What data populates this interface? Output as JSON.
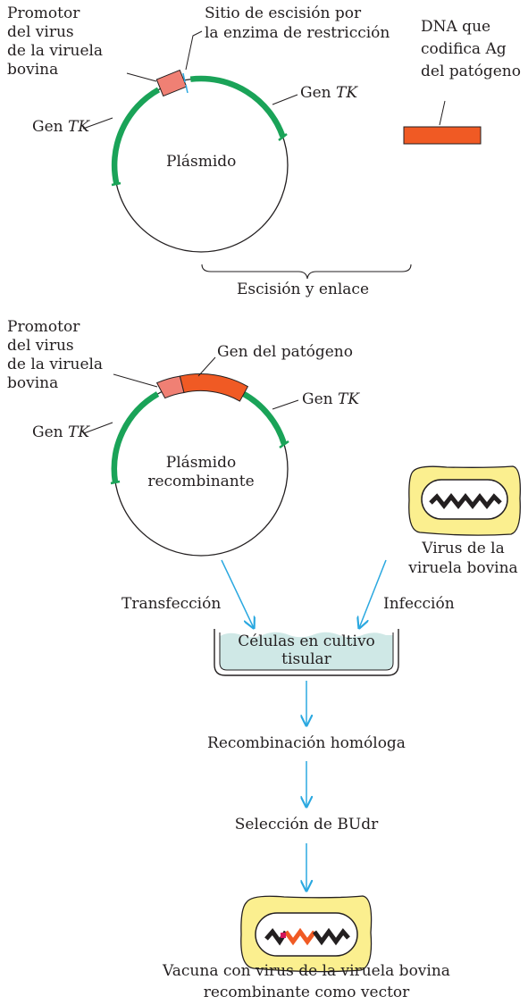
{
  "colors": {
    "tk_gene": "#1aa358",
    "promoter": "#f08074",
    "pathogen_gene": "#f05a24",
    "arrow": "#2aa8e0",
    "culture": "#cfe8e6",
    "cell": "#fbef8f",
    "outline": "#231f20"
  },
  "top_plasmid": {
    "promoter_label": [
      "Promotor",
      "del virus",
      "de la viruela",
      "bovina"
    ],
    "site_label": [
      "Sitio de escisión por",
      "la enzima de restricción"
    ],
    "tk_left_prefix": "Gen ",
    "tk_left_italic": "TK",
    "tk_right_prefix": "Gen ",
    "tk_right_italic": "TK",
    "plasmid_label": "Plásmido",
    "dna_label": [
      "DNA que",
      "codifica Ag",
      "del patógeno"
    ],
    "cut_ligate_label": "Escisión y enlace"
  },
  "recombinant": {
    "promoter_label": [
      "Promotor",
      "del virus",
      "de la viruela",
      "bovina"
    ],
    "pathogen_gene_label": "Gen del patógeno",
    "tk_left_prefix": "Gen ",
    "tk_left_italic": "TK",
    "tk_right_prefix": "Gen ",
    "tk_right_italic": "TK",
    "plasmid_label": [
      "Plásmido",
      "recombinante"
    ]
  },
  "virus": {
    "label": [
      "Virus de la",
      "viruela bovina"
    ]
  },
  "process": {
    "transfection": "Transfección",
    "infection": "Infección",
    "culture_label": [
      "Células en cultivo",
      "tisular"
    ],
    "step1": "Recombinación homóloga",
    "step2": "Selección de BUdr",
    "final_label": [
      "Vacuna con virus de la viruela bovina",
      "recombinante como vector"
    ]
  }
}
